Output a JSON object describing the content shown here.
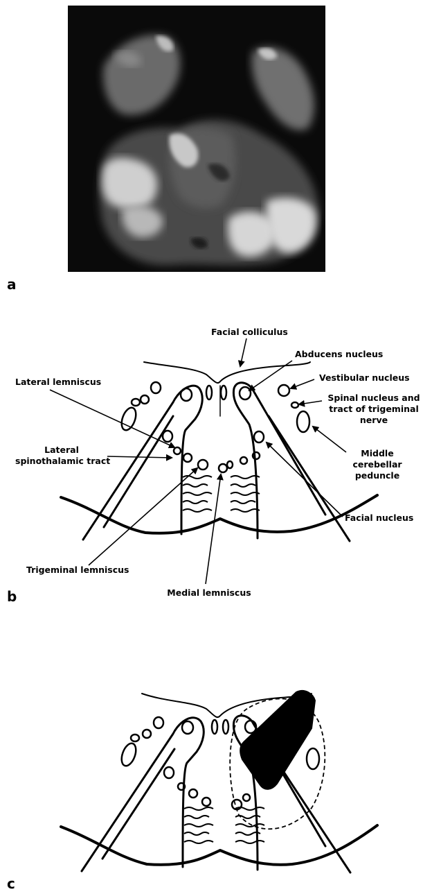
{
  "panels": {
    "a": "a",
    "b": "b",
    "c": "c"
  },
  "labels": {
    "facial_colliculus": "Facial colliculus",
    "abducens_nucleus": "Abducens nucleus",
    "lateral_lemniscus": "Lateral lemniscus",
    "vestibular_nucleus": "Vestibular nucleus",
    "spinal_nucleus_line1": "Spinal nucleus and",
    "spinal_nucleus_line2": "tract of trigeminal",
    "spinal_nucleus_line3": "nerve",
    "lateral_spinothalamic_line1": "Lateral",
    "lateral_spinothalamic_line2": "spinothalamic tract",
    "middle_cerebellar_line1": "Middle",
    "middle_cerebellar_line2": "cerebellar",
    "middle_cerebellar_line3": "peduncle",
    "facial_nucleus": "Facial nucleus",
    "trigeminal_lemniscus": "Trigeminal lemniscus",
    "medial_lemniscus": "Medial lemniscus"
  }
}
